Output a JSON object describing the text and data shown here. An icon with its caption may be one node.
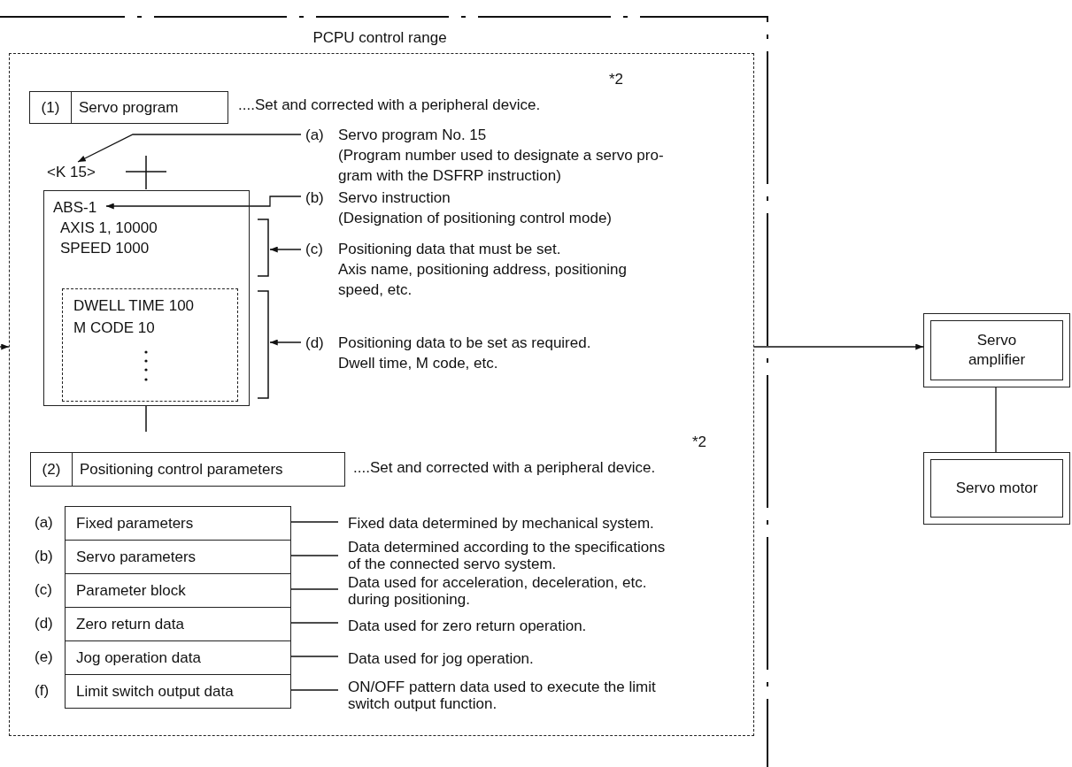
{
  "diagram": {
    "nodes": [
      {
        "text": [
          "PCPU control range"
        ]
      },
      {
        "text": [],
        "shape": "box",
        "in": 0
      },
      {
        "text": [
          "(1)",
          "Servo program"
        ],
        "in": 1,
        "beside": [
          "....Set and corrected with a peripheral device."
        ]
      },
      {
        "text": [
          "<K 15>"
        ],
        "in": 1
      },
      {
        "text": [
          "(a)",
          "Servo program No. 15",
          "(Program number used to designate a servo pro-gram with the DSFRP instruction)"
        ],
        "in": 1
      },
      {
        "text": [
          "AXIS 1, 10000",
          "SPEED 1000"
        ],
        "in": 1
      },
      {
        "text": [
          "ABS-1"
        ],
        "in": 5
      },
      {
        "text": [
          "DWELL TIME 100",
          "M CODE 10"
        ],
        "in": 5
      },
      {
        "text": [
          "(b)",
          "Servo instruction",
          "(Designation of positioning control mode)"
        ],
        "in": 1
      },
      {
        "text": [
          "(c)",
          "Positioning data that must be set.",
          "Axis name, positioning address, positioning speed, etc."
        ],
        "in": 1
      },
      {
        "text": [
          "(d)",
          "Positioning data to be set as required.",
          "Dwell time, M code, etc."
        ],
        "in": 1
      },
      {
        "text": [
          "(2)",
          "Positioning control parameters"
        ],
        "in": 1,
        "beside": [
          "....Set and corrected with a peripheral device."
        ]
      },
      {
        "text": [
          "Fixed parameters"
        ],
        "in": 1,
        "beside": [
          "(a)"
        ]
      },
      {
        "text": [
          "Servo parameters"
        ],
        "in": 1,
        "beside": [
          "(b)"
        ]
      },
      {
        "text": [
          "Parameter block"
        ],
        "in": 1,
        "beside": [
          "(c)"
        ]
      },
      {
        "text": [
          "Zero return data"
        ],
        "in": 1,
        "beside": [
          "(d)"
        ]
      },
      {
        "text": [
          "Jog operation data"
        ],
        "in": 1,
        "beside": [
          "(e)"
        ]
      },
      {
        "text": [
          "Limit switch output data"
        ],
        "in": 1,
        "beside": [
          "(f)"
        ]
      },
      {
        "text": [
          "Fixed data determined by mechanical system."
        ],
        "in": 1
      },
      {
        "text": [
          "Data determined according to the specifications of the connected servo system."
        ],
        "in": 1
      },
      {
        "text": [
          "Data used for acceleration, deceleration, etc. during positioning."
        ],
        "in": 1
      },
      {
        "text": [
          "Data used for zero return operation."
        ],
        "in": 1
      },
      {
        "text": [
          "Data used for jog operation."
        ],
        "in": 1
      },
      {
        "text": [
          "ON/OFF pattern data used to execute the limit switch output function."
        ],
        "in": 1
      },
      {
        "text": [
          "Servo amplifier"
        ]
      },
      {
        "text": [
          "Servo motor"
        ]
      },
      {
        "text": [],
        "shape": "bracket",
        "in": 1
      },
      {
        "text": [],
        "shape": "bracket",
        "in": 1
      }
    ],
    "edges": [
      {
        "from": 4,
        "to": 3,
        "arrow": "to"
      },
      {
        "from": 8,
        "to": 6,
        "arrow": "to"
      },
      {
        "from": 9,
        "to": 26,
        "arrow": "to"
      },
      {
        "from": 10,
        "to": 27,
        "arrow": "to"
      },
      {
        "from": 12,
        "to": 18,
        "arrow": "none"
      },
      {
        "from": 13,
        "to": 19,
        "arrow": "none"
      },
      {
        "from": 14,
        "to": 20,
        "arrow": "none"
      },
      {
        "from": 15,
        "to": 21,
        "arrow": "none"
      },
      {
        "from": 16,
        "to": 22,
        "arrow": "none"
      },
      {
        "from": 17,
        "to": 23,
        "arrow": "none"
      },
      {
        "from": 1,
        "to": 24,
        "arrow": "to"
      },
      {
        "from": null,
        "to": 1,
        "arrow": "to"
      },
      {
        "from": 24,
        "to": 25,
        "arrow": "none"
      }
    ],
    "labels": [
      "*2",
      "*2"
    ]
  }
}
